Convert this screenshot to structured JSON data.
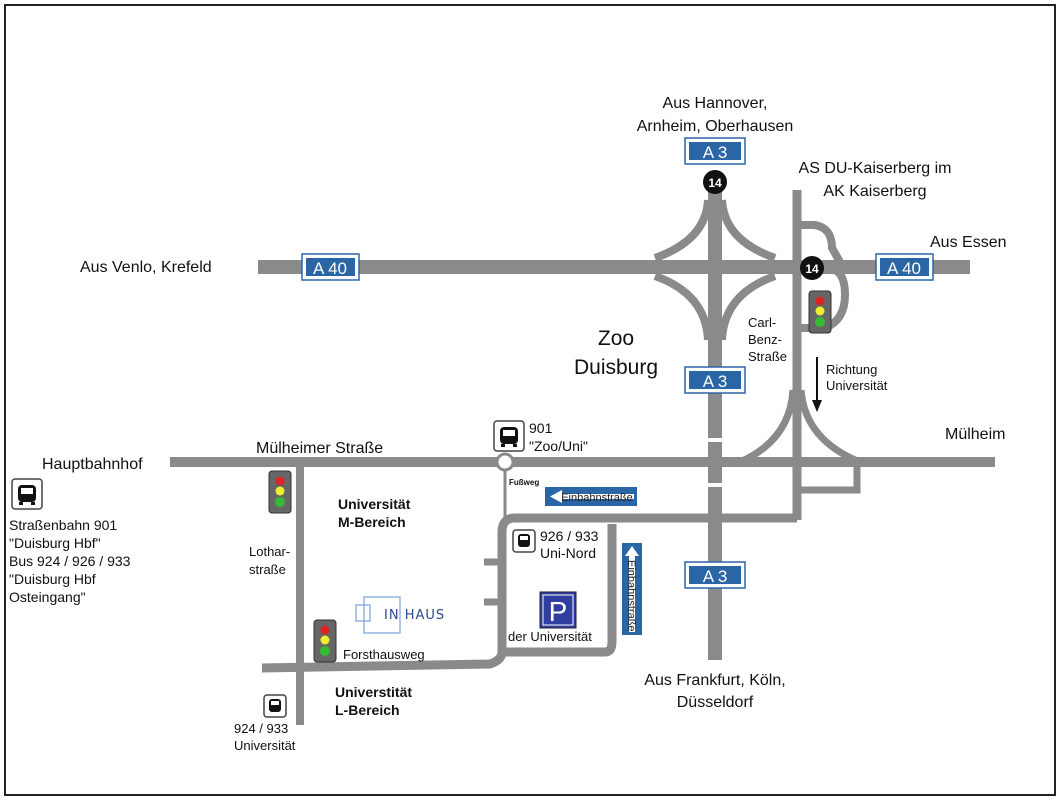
{
  "colors": {
    "road": "#8a8a8a",
    "motorway_sign": "#2a66a6",
    "parking": "#2f3ea0",
    "exit_badge": "#111111"
  },
  "labels": {
    "from_hannover_1": "Aus Hannover,",
    "from_hannover_2": "Arnheim, Oberhausen",
    "kaiserberg_1": "AS DU-Kaiserberg im",
    "kaiserberg_2": "AK Kaiserberg",
    "from_venlo": "Aus Venlo, Krefeld",
    "from_essen": "Aus Essen",
    "zoo_1": "Zoo",
    "zoo_2": "Duisburg",
    "carl_benz_1": "Carl-",
    "carl_benz_2": "Benz-",
    "carl_benz_3": "Straße",
    "richtung_1": "Richtung",
    "richtung_2": "Universität",
    "muelheim": "Mülheim",
    "muelheimer_strasse": "Mülheimer Straße",
    "hauptbahnhof": "Hauptbahnhof",
    "fussweg": "Fußweg",
    "uni_m_1": "Universität",
    "uni_m_2": "M-Bereich",
    "uni_l_1": "Universtität",
    "uni_l_2": "L-Bereich",
    "lothar_1": "Lothar-",
    "lothar_2": "straße",
    "forsthausweg": "Forsthausweg",
    "parking_label": "der Universität",
    "from_frankfurt_1": "Aus Frankfurt, Köln,",
    "from_frankfurt_2": "Düsseldorf"
  },
  "signs": {
    "a3": "A 3",
    "a40": "A 40",
    "exit": "14",
    "parking": "P",
    "one_way": "Einbahnstraße"
  },
  "stops": {
    "zoo_uni": {
      "line": "901",
      "name": "\"Zoo/Uni\""
    },
    "uni_nord": {
      "line": "926 / 933",
      "name": "Uni-Nord"
    },
    "universitaet": {
      "line": "924 / 933",
      "name": "Universität"
    },
    "hbf": [
      "Straßenbahn 901",
      "\"Duisburg Hbf\"",
      "Bus 924 / 926 / 933",
      "\"Duisburg Hbf",
      "Osteingang\""
    ]
  },
  "logo": {
    "text": "IN HAUS"
  }
}
